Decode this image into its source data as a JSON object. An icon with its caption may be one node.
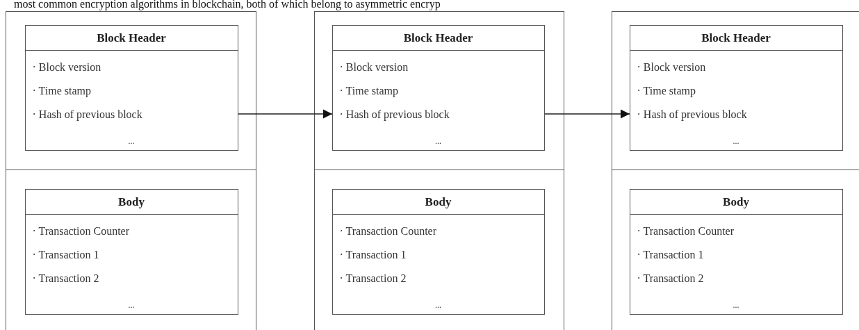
{
  "diagram": {
    "nodes": [
      {
        "text": [],
        "shape": "box"
      },
      {
        "text": [
          "Block Header",
          "· Block version",
          "· Time stamp",
          "· Hash of previous block",
          "..."
        ],
        "in": 0
      },
      {
        "text": [
          "Body",
          "· Transaction Counter",
          "· Transaction 1",
          "· Transaction 2",
          "..."
        ],
        "in": 0
      },
      {
        "text": [],
        "shape": "box"
      },
      {
        "text": [
          "Block Header",
          "· Block version",
          "· Time stamp",
          "· Hash of previous block",
          "..."
        ],
        "in": 3
      },
      {
        "text": [
          "Body",
          "· Transaction Counter",
          "· Transaction 1",
          "· Transaction 2",
          "..."
        ],
        "in": 3
      },
      {
        "text": [],
        "shape": "box"
      },
      {
        "text": [
          "Block Header",
          "· Block version",
          "· Time stamp",
          "· Hash of previous block",
          "..."
        ],
        "in": 6
      },
      {
        "text": [
          "Body",
          "· Transaction Counter",
          "· Transaction 1",
          "· Transaction 2",
          "..."
        ],
        "in": 6
      }
    ],
    "edges": [
      {
        "from": 1,
        "to": 4,
        "arrow": "to"
      },
      {
        "from": 4,
        "to": 7,
        "arrow": "to"
      }
    ],
    "labels": [
      "most common encryption algorithms in blockchain, both of which belong to asymmetric encryp"
    ]
  }
}
